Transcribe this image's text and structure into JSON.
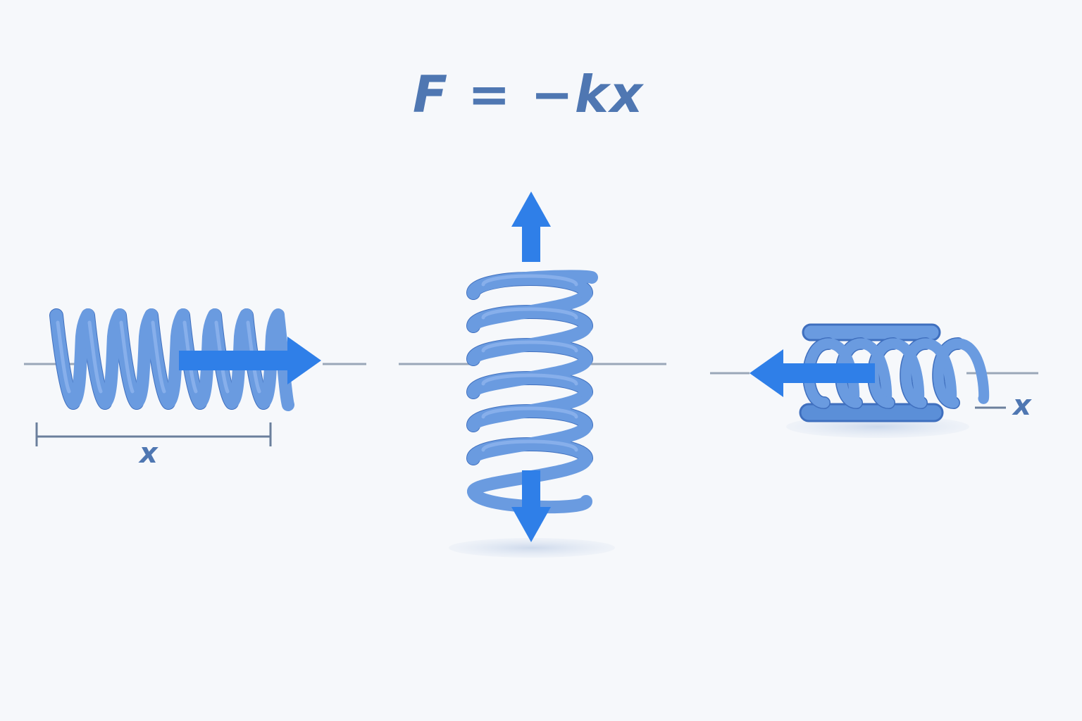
{
  "formula": "F = −kx",
  "labels": {
    "left_displacement": "x",
    "right_displacement": "x"
  },
  "colors": {
    "background": "#f6f8fb",
    "spring": "#5b8fd8",
    "spring_dark": "#3f6fbe",
    "spring_light": "#7faae6",
    "arrow": "#2f7fe8",
    "axis": "#9aa7b8",
    "text": "#4f77b2"
  },
  "icons": {
    "stretch_arrow": "arrow-right-icon",
    "tension_arrow_up": "arrow-up-icon",
    "tension_arrow_down": "arrow-down-icon",
    "compression_arrow": "arrow-left-icon"
  }
}
